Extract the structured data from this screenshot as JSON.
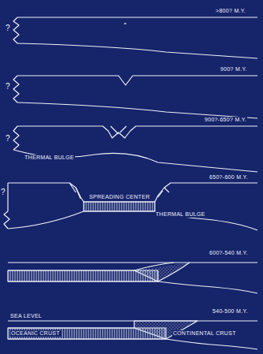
{
  "diagram": {
    "labels": [
      ">800? M.Y.",
      "?",
      "900? M.Y.",
      "?",
      "900?-650? M.Y.",
      "?",
      "THERMAL BULGE",
      "650?-600 M.Y.",
      "?",
      "SPREADING CENTER",
      "THERMAL BULGE",
      "600?-540 M.Y.",
      "540-500 M.Y.",
      "SEA LEVEL",
      "OCEANIC CRUST",
      "CONTINENTAL CRUST"
    ]
  }
}
